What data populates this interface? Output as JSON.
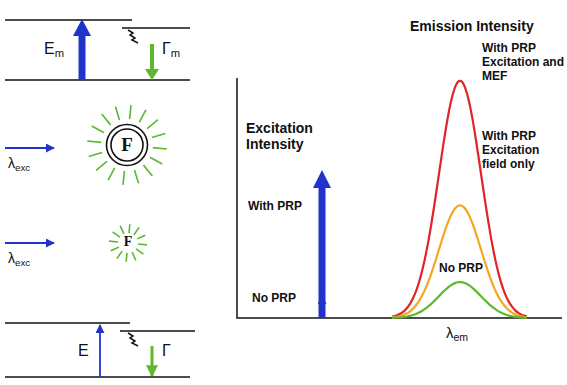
{
  "diagram": {
    "nodes": [
      {
        "text": [
          "F"
        ]
      }
    ],
    "labels": [
      "Em",
      "Γm",
      "λexc",
      "F",
      "λexc",
      "E",
      "Γ",
      "Excitation Intensity",
      "With PRP",
      "No PRP",
      "Emission Intensity",
      "With PRP Excitation and MEF",
      "With PRP Excitation field only",
      "No PRP",
      "λem"
    ]
  }
}
